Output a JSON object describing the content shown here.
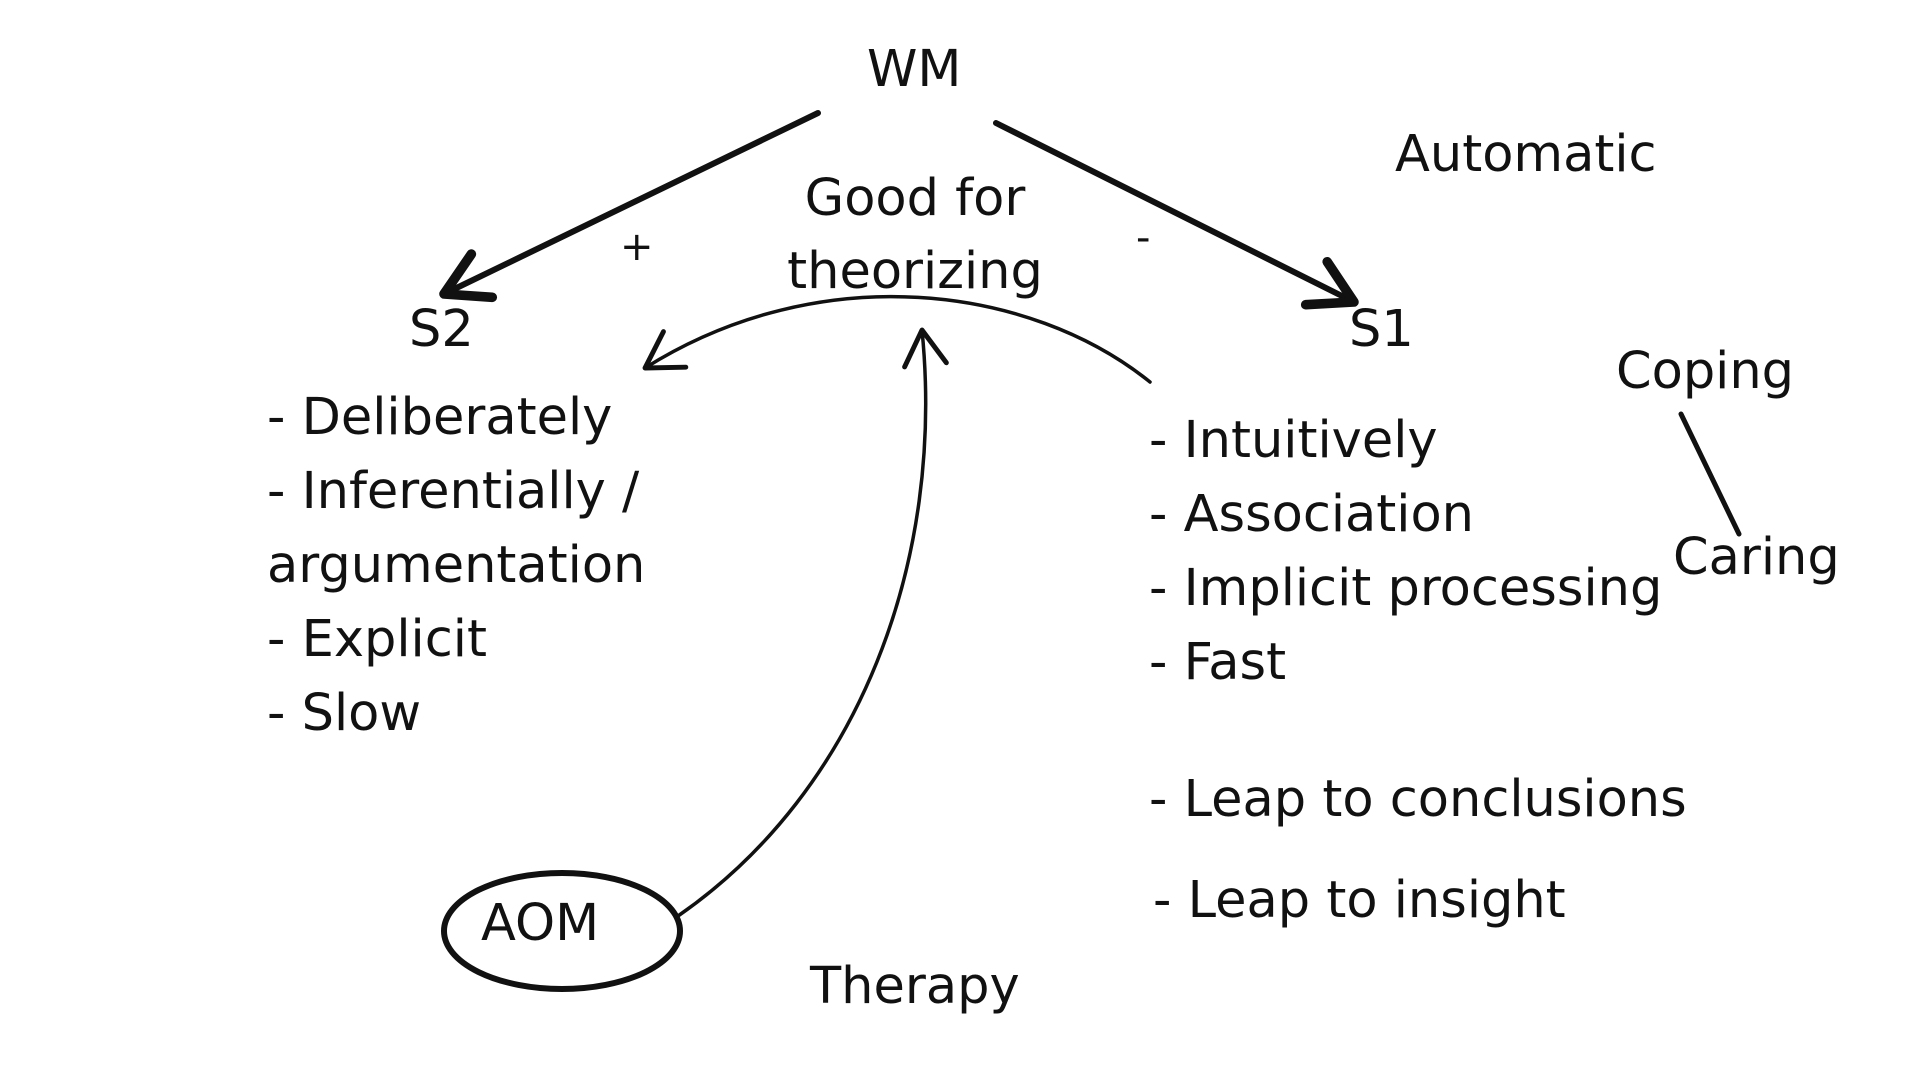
{
  "nodes": {
    "wm": "WM",
    "s2": "S2",
    "s1": "S1",
    "automatic": "Automatic",
    "good_for_line1": "Good for",
    "good_for_line2": "theorizing",
    "plus": "+",
    "minus": "-",
    "coping": "Coping",
    "caring": "Caring",
    "aom": "AOM",
    "therapy": "Therapy"
  },
  "s2_list": [
    "- Deliberately",
    "- Inferentially /",
    "argumentation",
    "- Explicit",
    "- Slow"
  ],
  "s1_list": [
    "- Intuitively",
    "- Association",
    "- Implicit processing",
    "- Fast"
  ],
  "s1_extra": {
    "leap_conclusions": "- Leap to conclusions",
    "leap_insight": "- Leap to insight"
  },
  "colors": {
    "ink": "#111111",
    "background": "#ffffff"
  }
}
